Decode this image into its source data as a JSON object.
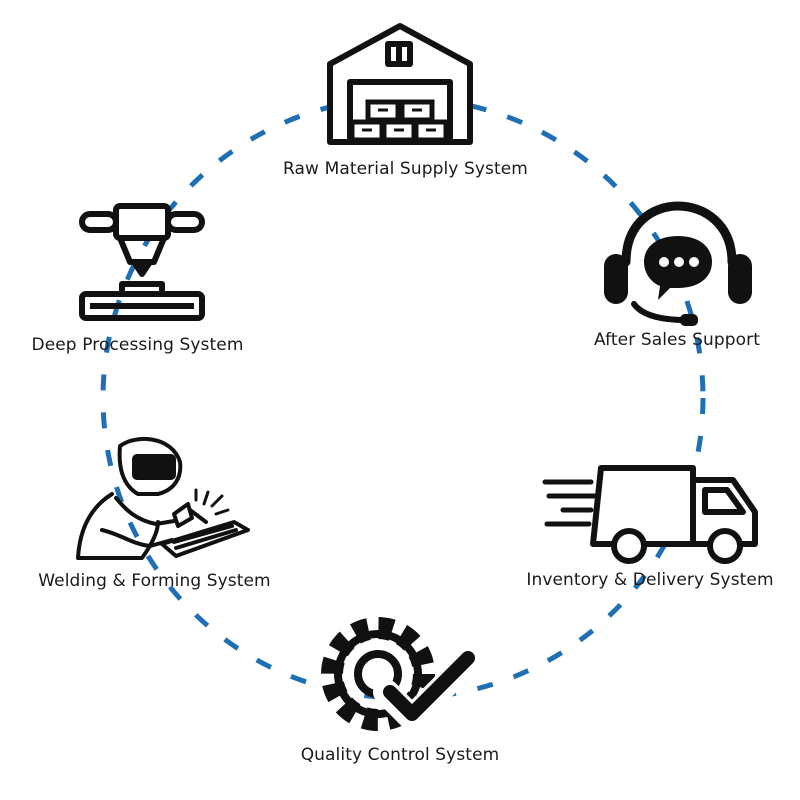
{
  "diagram": {
    "type": "cycle",
    "connector_color": "#1f6fb5",
    "icon_color": "#111111",
    "nodes": [
      {
        "id": "raw-material",
        "label": "Raw Material Supply System",
        "icon": "warehouse-icon"
      },
      {
        "id": "after-sales",
        "label": "After Sales Support",
        "icon": "headset-chat-icon"
      },
      {
        "id": "inventory-delivery",
        "label": "Inventory & Delivery System",
        "icon": "delivery-truck-icon"
      },
      {
        "id": "quality-control",
        "label": "Quality Control System",
        "icon": "gear-check-icon"
      },
      {
        "id": "welding-forming",
        "label": "Welding & Forming System",
        "icon": "welder-icon"
      },
      {
        "id": "deep-processing",
        "label": "Deep Processing System",
        "icon": "cnc-machine-icon"
      }
    ]
  }
}
